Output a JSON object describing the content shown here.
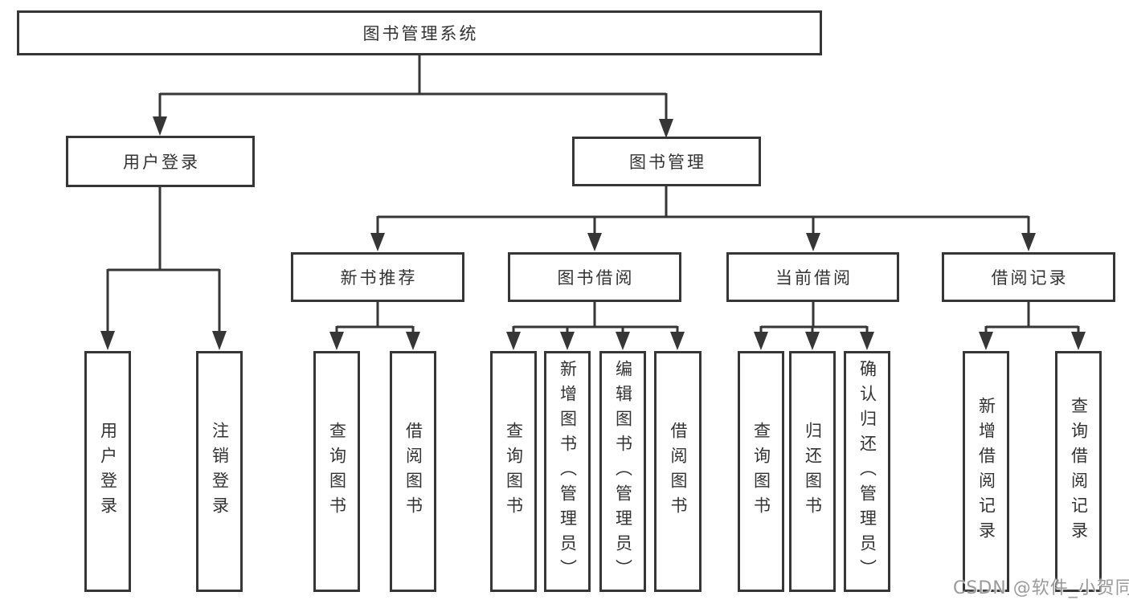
{
  "tree": {
    "root": "图书管理系统",
    "level2": [
      {
        "label": "用户登录",
        "children": [
          "用户登录",
          "注销登录"
        ]
      },
      {
        "label": "图书管理"
      }
    ],
    "level3": [
      {
        "label": "新书推荐",
        "children": [
          "查询图书",
          "借阅图书"
        ]
      },
      {
        "label": "图书借阅",
        "children": [
          "查询图书",
          "新增图书（管理员）",
          "编辑图书（管理员）",
          "借阅图书"
        ]
      },
      {
        "label": "当前借阅",
        "children": [
          "查询图书",
          "归还图书",
          "确认归还（管理员）"
        ]
      },
      {
        "label": "借阅记录",
        "children": [
          "新增借阅记录",
          "查询借阅记录"
        ]
      }
    ]
  },
  "watermark": "CSDN @软件_小贺同学",
  "colors": {
    "line": "#363636",
    "text": "#333333",
    "watermark": "#9a9a9a",
    "background": "#ffffff"
  }
}
